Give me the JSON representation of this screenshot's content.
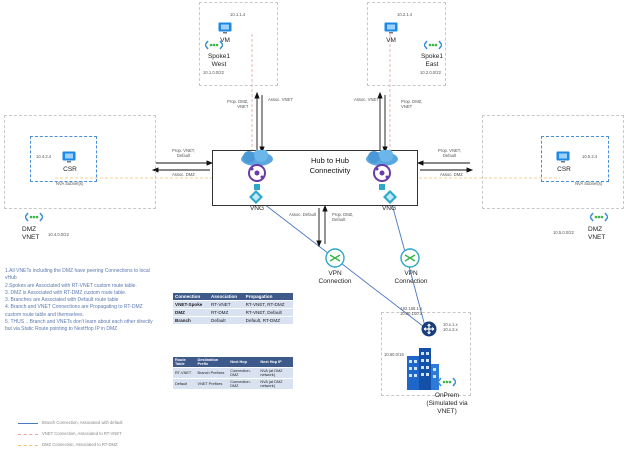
{
  "hub": {
    "title_line1": "Hub to Hub",
    "title_line2": "Connectivity"
  },
  "spoke_west": {
    "vm_label": "VM",
    "name_line1": "Spoke1",
    "name_line2": "West",
    "ip_top": "10.1.1.4",
    "ip_bottom": "10.1.0.0/22"
  },
  "spoke_east": {
    "vm_label": "VM",
    "name_line1": "Spoke1",
    "name_line2": "East",
    "ip_top": "10.2.1.4",
    "ip_bottom": "10.2.0.0/22"
  },
  "dmz_left": {
    "csr_label": "CSR",
    "ip": "10.4.2.4",
    "nva": "NVA Subnet(s)",
    "name_line1": "DMZ",
    "name_line2": "VNET",
    "cidr": "10.4.0.0/22"
  },
  "dmz_right": {
    "csr_label": "CSR",
    "ip": "10.5.2.4",
    "nva": "NVA Subnet(s)",
    "name_line1": "DMZ",
    "name_line2": "VNET",
    "cidr": "10.5.0.0/22"
  },
  "vng_left": "VNG",
  "vng_right": "VNG",
  "arrows": {
    "prop_dmz_vnet_l": [
      "Prop. DMZ,",
      "VNET"
    ],
    "assoc_vnet_l": "Assoc. VNET",
    "assoc_vnet_r": "Assoc. VNET",
    "prop_dmz_vnet_r": [
      "Prop. DMZ,",
      "VNET"
    ],
    "prop_vnet_default_l": [
      "Prop. VNET,",
      "Default"
    ],
    "assoc_dmz_l": "Assoc. DMZ",
    "prop_vnet_default_r": [
      "Prop. VNET,",
      "Default"
    ],
    "assoc_dmz_r": "Assoc. DMZ",
    "assoc_default": "Assoc. Default",
    "prop_dmz_default": [
      "Prop. DMZ,",
      "Default"
    ]
  },
  "vpn_left": {
    "line1": "VPN",
    "line2": "Connection"
  },
  "vpn_right": {
    "line1": "VPN",
    "line2": "Connection"
  },
  "onprem": {
    "line1": "OnPrem",
    "line2": "(Simulated via",
    "line3": "VNET)",
    "cidr": "10.60.0/16",
    "ip_left": [
      "192.168.1.x",
      "10.60.100.1"
    ],
    "ip_right": [
      "10.x.1.x",
      "10.x.2.x"
    ]
  },
  "notes": [
    "1.All VNETs including the DMZ have peering Connections to local vHub",
    "2.Spokes are Associated with RT-VNET custom route table.",
    "3. DMZ is Associated with RT-DMZ custom route table.",
    "3. Branches are Associated with Default route table",
    "4. Branch and VNET Connections are Propagating to RT-DMZ custom route table and themselves.",
    "5. THUS .. Branch and VNETs don't learn about each other directly but via Static Route pointing to NextHop IP in DMZ"
  ],
  "route_table": {
    "headers": [
      "Connection",
      "Association",
      "Propagation"
    ],
    "rows": [
      [
        "VNET-Spoke",
        "RT-VNET",
        "RT-VNET, RT-DMZ"
      ],
      [
        "DMZ",
        "RT-DMZ",
        "RT-VNET, Default"
      ],
      [
        "Branch",
        "Default",
        "Default, RT-DMZ"
      ]
    ]
  },
  "static_table": {
    "headers": [
      "Route Table",
      "Destination Prefix",
      "Next Hop",
      "Next Hop IP"
    ],
    "rows": [
      [
        "RT-VNET",
        "Branch Prefixes",
        "Connection-DMZ",
        "NVA (at DMZ network)"
      ],
      [
        "Default",
        "VNET Prefixes",
        "Connection-DMZ",
        "NVA (at DMZ network)"
      ]
    ]
  },
  "legend": [
    {
      "text": "Branch Connection, Associated with default",
      "color": "#4a78c2"
    },
    {
      "text": "VNET Connection, Associated to RT-VNET",
      "color": "#e8a0a0"
    },
    {
      "text": "DMZ Connection, Associated to RT-DMZ",
      "color": "#f2c070"
    }
  ],
  "colors": {
    "accent_blue": "#1e88e5",
    "vnet_icon": "#3a8fd8",
    "vng_teal": "#2fa7c8"
  }
}
